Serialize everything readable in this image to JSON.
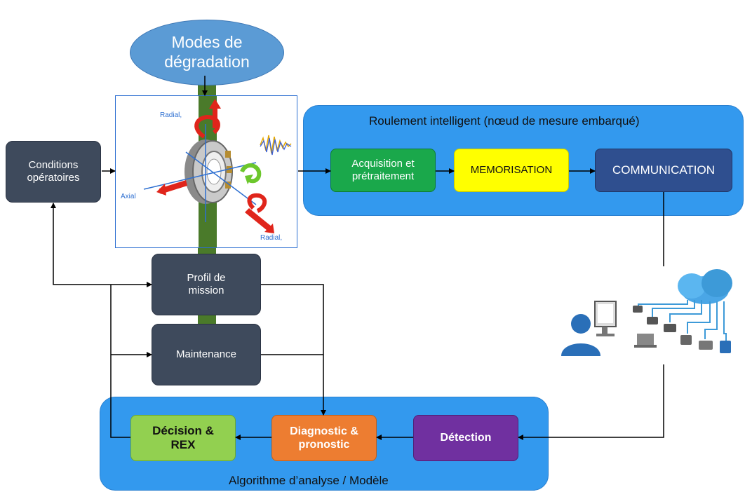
{
  "title_node": {
    "text": "Modes de\ndégradation"
  },
  "bearing": {
    "labels": {
      "radial_top": "Radial,",
      "axial": "Axial",
      "radial_bottom": "Radial,"
    }
  },
  "left_nodes": {
    "conditions": "Conditions\nopératoires",
    "profil": "Profil de\nmission",
    "maintenance": "Maintenance"
  },
  "top_panel": {
    "title": "Roulement intelligent (nœud de mesure embarqué)",
    "boxes": {
      "acquisition": "Acquisition et\nprétraitement",
      "memorisation": "MEMORISATION",
      "communication": "COMMUNICATION"
    }
  },
  "bottom_panel": {
    "title": "Algorithme d’analyse / Modèle",
    "boxes": {
      "decision": "Décision &\nREX",
      "diagnostic": "Diagnostic &\npronostic",
      "detection": "Détection"
    }
  },
  "colors": {
    "panel_blue": "#3399ee",
    "dark_node": "#3e4a5c",
    "acquisition": "#1aa84b",
    "memorisation": "#ffff00",
    "communication": "#2f4f8f",
    "decision": "#92d050",
    "diagnostic": "#ed7d31",
    "detection": "#7030a0",
    "shaft": "#4a7a2a"
  }
}
